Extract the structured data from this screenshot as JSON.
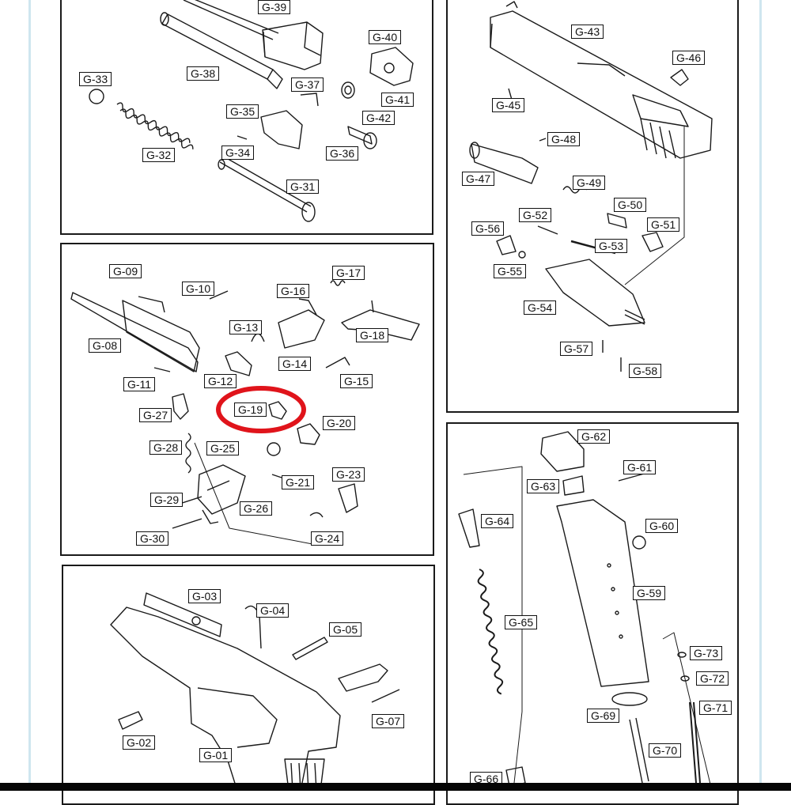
{
  "labels": {
    "g01": "G-01",
    "g02": "G-02",
    "g03": "G-03",
    "g04": "G-04",
    "g05": "G-05",
    "g07": "G-07",
    "g08": "G-08",
    "g09": "G-09",
    "g10": "G-10",
    "g11": "G-11",
    "g12": "G-12",
    "g13": "G-13",
    "g14": "G-14",
    "g15": "G-15",
    "g16": "G-16",
    "g17": "G-17",
    "g18": "G-18",
    "g19": "G-19",
    "g20": "G-20",
    "g21": "G-21",
    "g23": "G-23",
    "g24": "G-24",
    "g25": "G-25",
    "g26": "G-26",
    "g27": "G-27",
    "g28": "G-28",
    "g29": "G-29",
    "g30": "G-30",
    "g31": "G-31",
    "g32": "G-32",
    "g33": "G-33",
    "g34": "G-34",
    "g35": "G-35",
    "g36": "G-36",
    "g37": "G-37",
    "g38": "G-38",
    "g39": "G-39",
    "g40": "G-40",
    "g41": "G-41",
    "g42": "G-42",
    "g43": "G-43",
    "g45": "G-45",
    "g46": "G-46",
    "g47": "G-47",
    "g48": "G-48",
    "g49": "G-49",
    "g50": "G-50",
    "g51": "G-51",
    "g52": "G-52",
    "g53": "G-53",
    "g54": "G-54",
    "g55": "G-55",
    "g56": "G-56",
    "g57": "G-57",
    "g58": "G-58",
    "g59": "G-59",
    "g60": "G-60",
    "g61": "G-61",
    "g62": "G-62",
    "g63": "G-63",
    "g64": "G-64",
    "g65": "G-65",
    "g66": "G-66",
    "g69": "G-69",
    "g70": "G-70",
    "g71": "G-71",
    "g72": "G-72",
    "g73": "G-73"
  },
  "highlight": {
    "target": "G-19",
    "color": "#e0141b"
  },
  "colors": {
    "line": "#1a1a1a",
    "page_edge": "#cfe6ef"
  }
}
